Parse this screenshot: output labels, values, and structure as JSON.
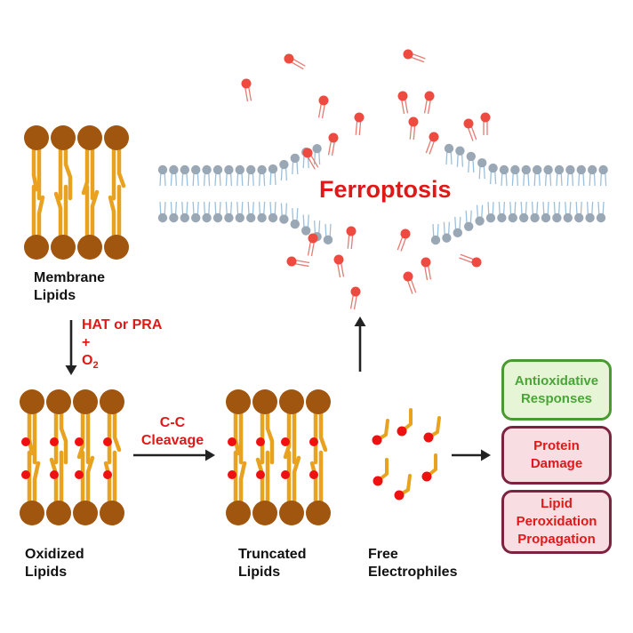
{
  "labels": {
    "membrane": [
      "Membrane",
      "Lipids"
    ],
    "oxidized": [
      "Oxidized",
      "Lipids"
    ],
    "truncated": [
      "Truncated",
      "Lipids"
    ],
    "free": [
      "Free",
      "Electrophiles"
    ],
    "ferroptosis": "Ferroptosis"
  },
  "reactions": {
    "hat_line1": "HAT or PRA",
    "hat_line2": "+",
    "hat_line3": "O",
    "hat_sub": "2",
    "cleavage": [
      "C-C",
      "Cleavage"
    ]
  },
  "outcomes": {
    "antioxidative": [
      "Antioxidative",
      "Responses"
    ],
    "protein": [
      "Protein",
      "Damage"
    ],
    "lipid": [
      "Lipid",
      "Peroxidation",
      "Propagation"
    ]
  },
  "colors": {
    "head": "#a0560f",
    "tail": "#e8a21f",
    "oxidation": "#ee1111",
    "membrane_head": "#9aa8b6",
    "membrane_tail": "#9cc0dc",
    "arrow": "#222222",
    "title": "#e01818"
  }
}
